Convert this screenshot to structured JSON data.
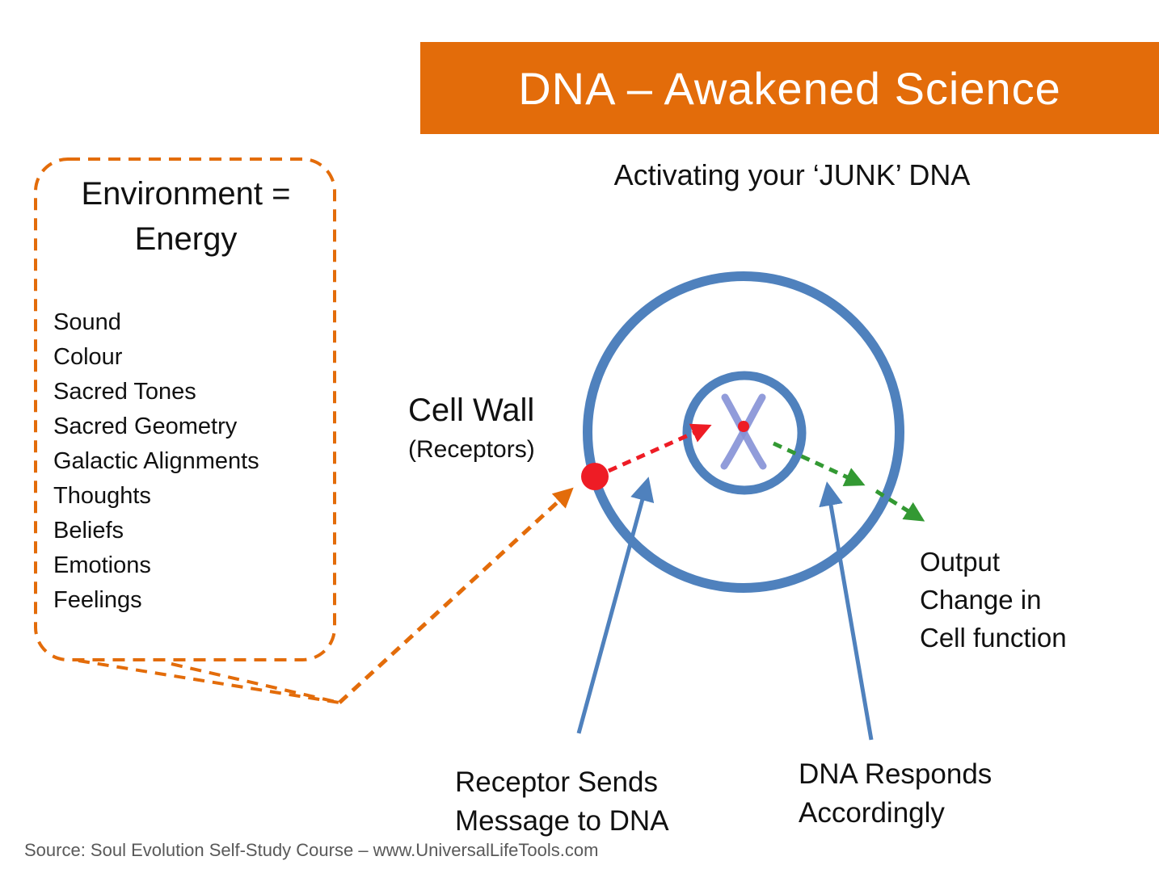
{
  "banner": {
    "title": "DNA – Awakened Science",
    "bg_color": "#E36C0A",
    "text_color": "#FFFFFF"
  },
  "subtitle": "Activating your ‘JUNK’ DNA",
  "environment_box": {
    "title": "Environment =\nEnergy",
    "items": [
      "Sound",
      "Colour",
      "Sacred Tones",
      "Sacred Geometry",
      "Galactic Alignments",
      "Thoughts",
      "Beliefs",
      "Emotions",
      "Feelings"
    ],
    "border_color": "#E36C0A"
  },
  "cell": {
    "wall_label": "Cell Wall",
    "wall_sublabel": "(Receptors)",
    "circle_color": "#4F81BD",
    "receptor_dot_color": "#EE1C25",
    "chromosome_color": "#8591D6"
  },
  "labels": {
    "output": "Output\nChange in\nCell function",
    "receptor": "Receptor Sends\nMessage to DNA",
    "dna_responds": "DNA Responds\nAccordingly"
  },
  "arrows": {
    "receptor_to_dna_color": "#EE1C25",
    "dna_output_color": "#339933",
    "environment_color": "#E36C0A",
    "pointer_color": "#4F81BD"
  },
  "source": "Source: Soul Evolution Self-Study Course – www.UniversalLifeTools.com"
}
